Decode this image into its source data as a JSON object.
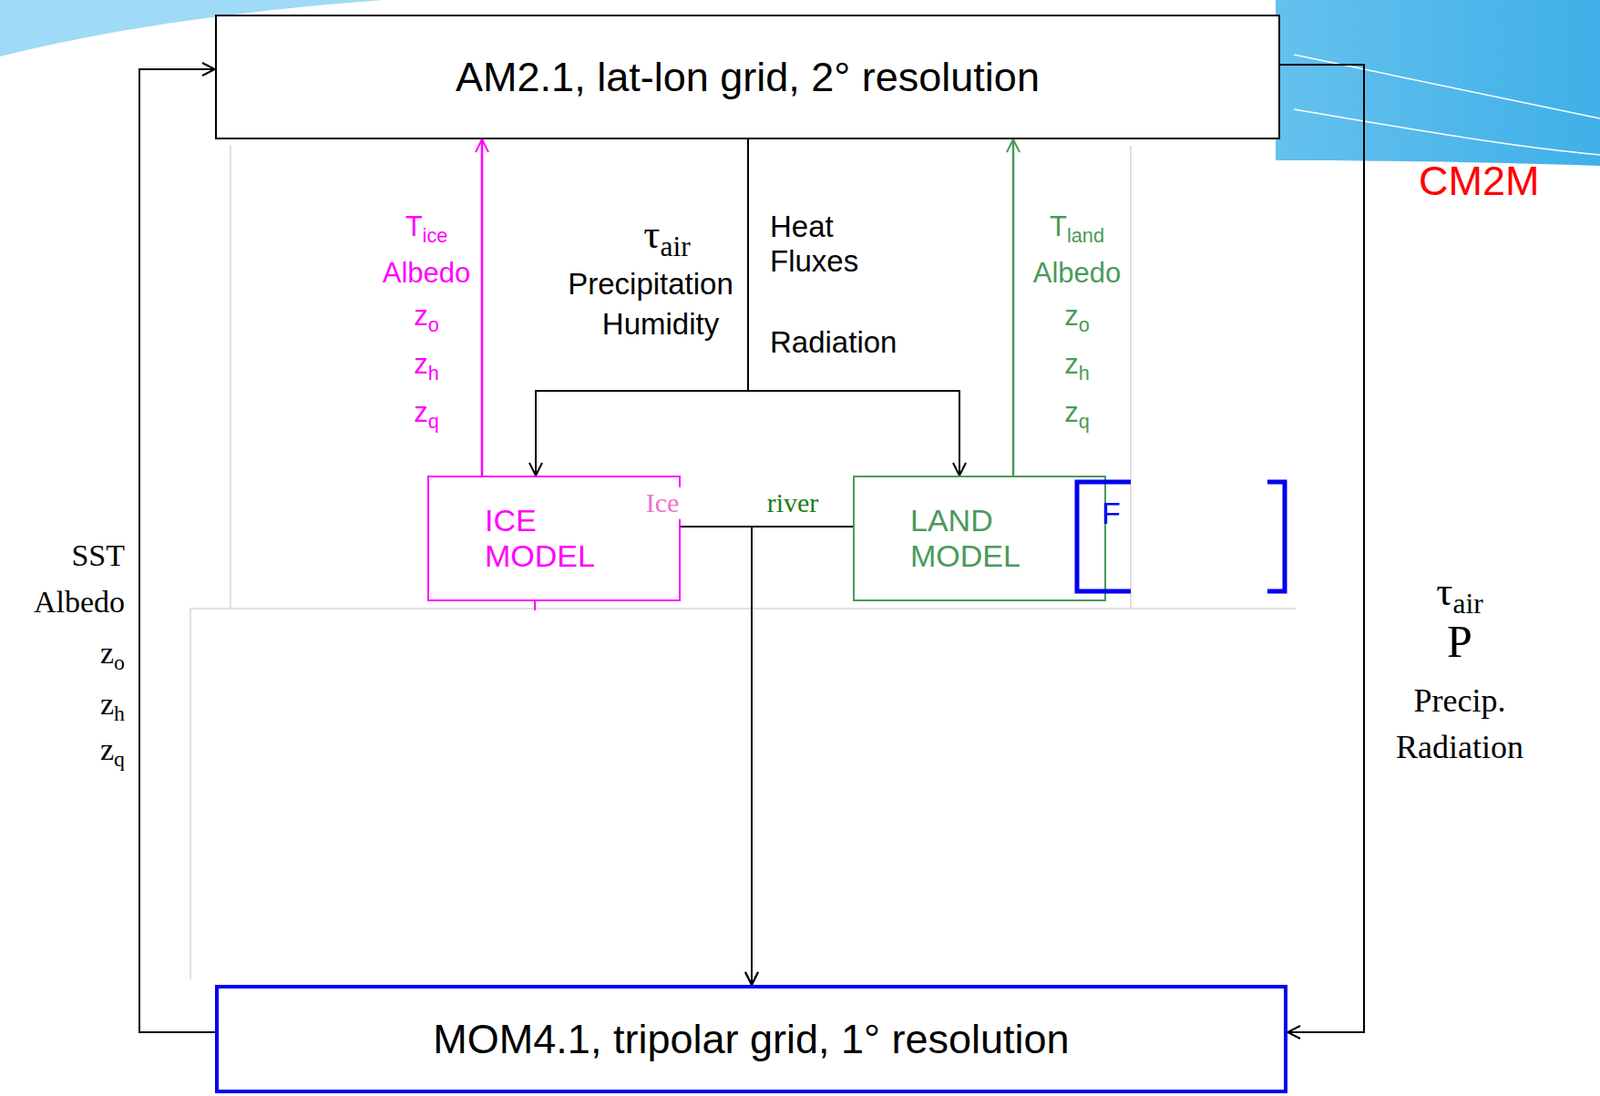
{
  "diagram": {
    "nodes": [
      {
        "text": [
          "AM2.1, lat-lon grid, 2° resolution"
        ]
      },
      {
        "text": [
          "ICE MODEL"
        ]
      },
      {
        "text": [
          "LAND MODEL"
        ]
      },
      {
        "text": [
          "F"
        ]
      },
      {
        "text": [
          "MOM4.1, tripolar grid, 1° resolution"
        ]
      }
    ],
    "edges": [
      {
        "from": 1,
        "to": 0,
        "arrow": "to"
      },
      {
        "from": 2,
        "to": 0,
        "arrow": "to"
      },
      {
        "from": 0,
        "to": 1,
        "arrow": "to"
      },
      {
        "from": 0,
        "to": 2,
        "arrow": "to"
      },
      {
        "from": 1,
        "to": 4,
        "label": "Ice",
        "arrow": "to"
      },
      {
        "from": 2,
        "to": 4,
        "label": "river",
        "arrow": "to"
      },
      {
        "from": 4,
        "to": 0,
        "arrow": "to"
      },
      {
        "from": 0,
        "to": 4,
        "arrow": "to"
      }
    ],
    "labels": [
      "CM2M",
      "τair",
      "Precipitation",
      "Humidity",
      "Heat Fluxes",
      "Radiation",
      "Tice",
      "Albedo",
      "zo",
      "zh",
      "zq",
      "Tland",
      "Albedo",
      "zo",
      "zh",
      "zq",
      "SST",
      "Albedo",
      "zo",
      "zh",
      "zq",
      "τair",
      "P",
      "Precip.",
      "Radiation"
    ]
  }
}
